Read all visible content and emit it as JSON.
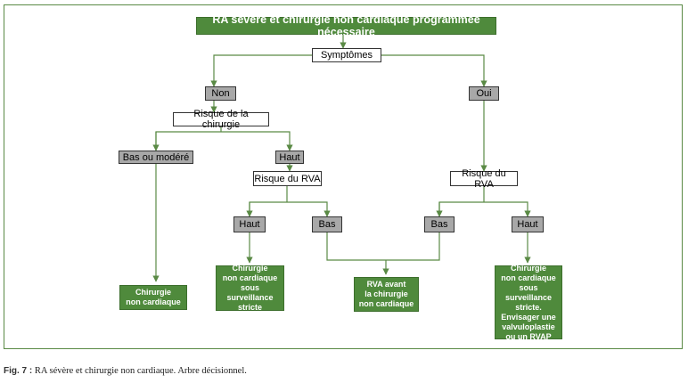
{
  "title": "RA sévère et chirurgie non cardiaque programmée nécessaire",
  "nodes": {
    "symptomes": "Symptômes",
    "non": "Non",
    "oui": "Oui",
    "risque_chirurgie": "Risque de la chirurgie",
    "bas_ou_modere": "Bas ou modéré",
    "haut_chirurgie": "Haut",
    "risque_rva_gauche": "Risque du RVA",
    "risque_rva_droite": "Risque du RVA",
    "haut_rva_gauche": "Haut",
    "bas_rva_gauche": "Bas",
    "bas_rva_droite": "Bas",
    "haut_rva_droite": "Haut"
  },
  "outcomes": {
    "chirurgie_non_cardiaque": "Chirurgie\nnon cardiaque",
    "surveillance_stricte": "Chirurgie\nnon cardiaque\nsous surveillance\nstricte",
    "rva_avant": "RVA avant\nla chirurgie\nnon cardiaque",
    "surveillance_valvuloplastie": "Chirurgie\nnon cardiaque\nsous surveillance\nstricte.\nEnvisager une\nvalvuloplastie\nou un RVAP"
  },
  "caption": {
    "label": "Fig. 7 :",
    "text": " RA sévère et chirurgie non cardiaque. Arbre décisionnel."
  },
  "colors": {
    "green": "#4f8a3c",
    "gray": "#a8a8a8",
    "connector": "#5a8a45"
  }
}
